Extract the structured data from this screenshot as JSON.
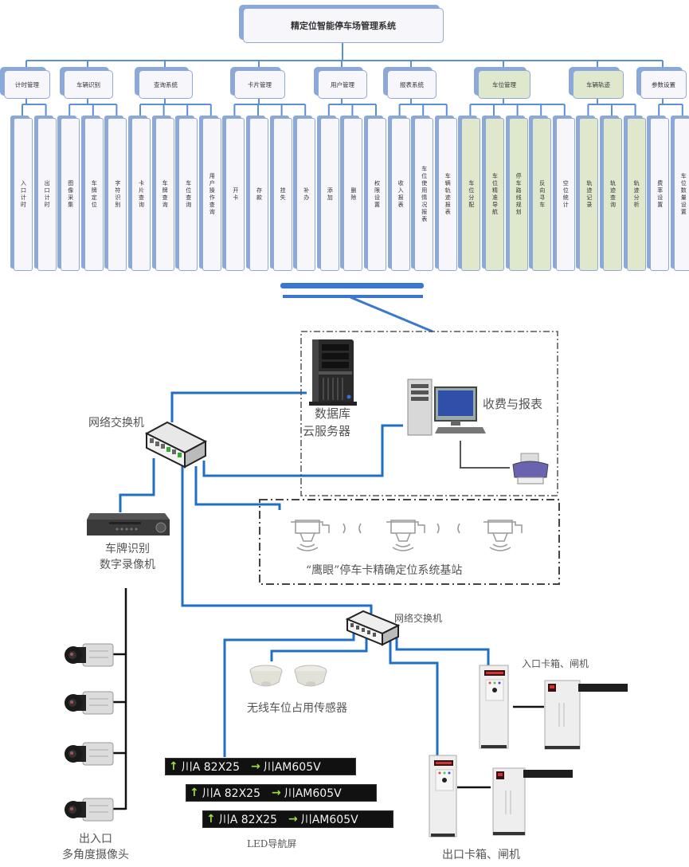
{
  "title": "精定位智能停车场管理系统",
  "categories": [
    {
      "label": "计时管理",
      "highlight": false,
      "items": [
        "入口计时",
        "出口计时"
      ]
    },
    {
      "label": "车辆识别",
      "highlight": false,
      "items": [
        "图像采集",
        "车牌定位",
        "字符识别"
      ]
    },
    {
      "label": "查询系统",
      "highlight": false,
      "items": [
        "卡片查询",
        "车牌查询",
        "车位查询",
        "用户操作查询"
      ]
    },
    {
      "label": "卡片管理",
      "highlight": false,
      "items": [
        "开卡",
        "存款",
        "挂失",
        "补办"
      ]
    },
    {
      "label": "用户管理",
      "highlight": false,
      "items": [
        "添加",
        "删除",
        "权限设置"
      ]
    },
    {
      "label": "报表系统",
      "highlight": false,
      "items": [
        "收入报表",
        "车位使用情况报表",
        "车辆轨迹报表"
      ]
    },
    {
      "label": "车位管理",
      "highlight": true,
      "items": [
        "车位分配",
        "车位精准导航",
        "停车路线规划",
        "反向寻车",
        "空位统计"
      ]
    },
    {
      "label": "车辆轨迹",
      "highlight": true,
      "items": [
        "轨迹记录",
        "轨迹查询",
        "轨迹分析"
      ]
    },
    {
      "label": "参数设置",
      "highlight": false,
      "items": [
        "费率设置",
        "车位数量设置"
      ]
    }
  ],
  "leaf_highlight": {
    "车位分配": true,
    "车位精准导航": true,
    "停车路线规划": true,
    "反向寻车": true,
    "空位统计": false,
    "轨迹记录": true,
    "轨迹查询": true,
    "轨迹分析": true
  },
  "network": {
    "switch_main_label": "网络交换机",
    "db_server_label_1": "数据库",
    "db_server_label_2": "云服务器",
    "billing_label": "收费与报表",
    "dvr_label_1": "车牌识别",
    "dvr_label_2": "数字录像机",
    "base_station_label": "“鹰眼”停车卡精确定位系统基站",
    "switch_sub_label": "网络交换机",
    "sensor_label": "无线车位占用传感器",
    "entry_label": "入口卡箱、闸机",
    "exit_label": "出口卡箱、闸机",
    "camera_label_1": "出入口",
    "camera_label_2": "多角度摄像头",
    "led_label": "LED导航屏",
    "led_rows": [
      {
        "plate1": "川A 82X25",
        "plate2": "川AM605V"
      },
      {
        "plate1": "川A 82X25",
        "plate2": "川AM605V"
      },
      {
        "plate1": "川A 82X25",
        "plate2": "川AM605V"
      }
    ]
  },
  "colors": {
    "line_blue": "#1f6fc7",
    "box_border": "#8fa9d6",
    "highlight_fill": "#dfe8cc"
  }
}
